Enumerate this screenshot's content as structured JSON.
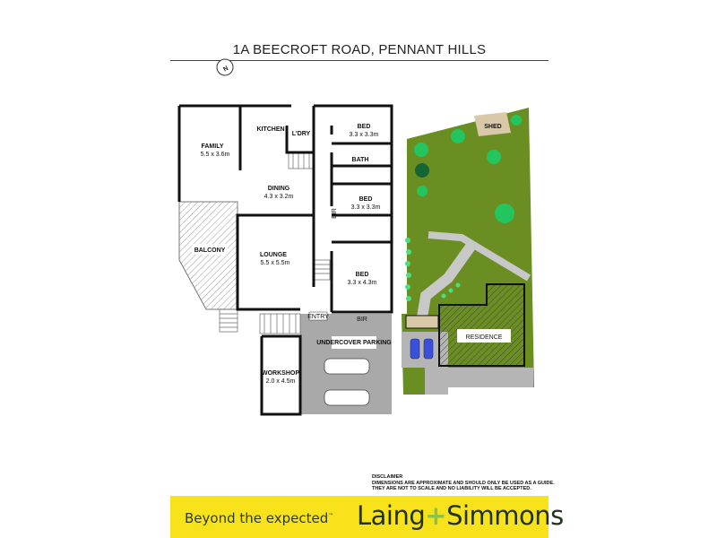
{
  "title": "1A BEECROFT ROAD, PENNANT HILLS",
  "floor_plan": {
    "rooms": {
      "family": {
        "name": "FAMILY",
        "size": "5.5 x 3.6m"
      },
      "kitchen": {
        "name": "KITCHEN"
      },
      "laundry": {
        "name": "L'DRY"
      },
      "dining": {
        "name": "DINING",
        "size": "4.3 x 3.2m"
      },
      "bed1": {
        "name": "BED",
        "size": "3.3 x 3.3m"
      },
      "bath": {
        "name": "BATH"
      },
      "bed2": {
        "name": "BED",
        "size": "3.3 x 3.3m"
      },
      "bed3": {
        "name": "BED",
        "size": "3.3 x 4.3m"
      },
      "balcony": {
        "name": "BALCONY"
      },
      "lounge": {
        "name": "LOUNGE",
        "size": "5.5 x 5.5m"
      },
      "entry": {
        "name": "ENTRY"
      },
      "bir": {
        "name": "BIR"
      },
      "wir": {
        "name": "BIR"
      },
      "parking": {
        "name": "UNDERCOVER PARKING"
      },
      "workshop": {
        "name": "WORKSHOP",
        "size": "2.0 x 4.5m"
      }
    }
  },
  "site_plan": {
    "shed": "SHED",
    "residence": "RESIDENCE",
    "colors": {
      "lawn": "#6b8e23",
      "tree": "#22c55e",
      "path": "#c8c8c8"
    }
  },
  "disclaimer": {
    "heading": "DISCLAIMER",
    "line1": "DIMENSIONS ARE APPROXIMATE AND SHOULD ONLY BE USED AS A GUIDE.",
    "line2": "THEY ARE NOT TO SCALE AND NO LIABILITY WILL BE ACCEPTED."
  },
  "footer": {
    "tagline": "Beyond the expected",
    "tagline_mark": "™",
    "brand_left": "Laing",
    "brand_plus": "+",
    "brand_right": "Simmons",
    "color": "#f7e21b"
  }
}
